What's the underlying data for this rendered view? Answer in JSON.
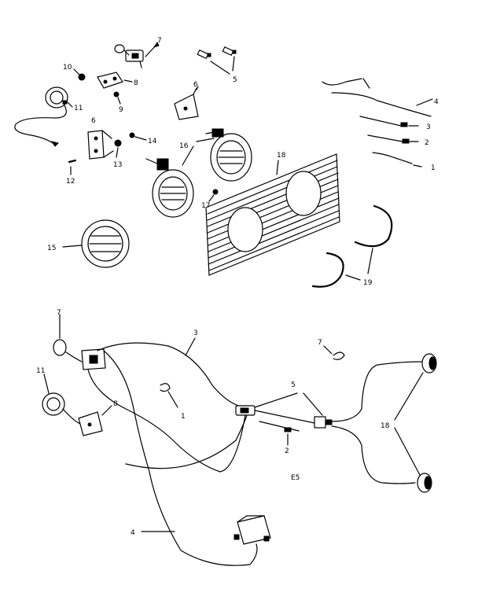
{
  "diagram": {
    "callouts": {
      "c1": "1",
      "c2": "2",
      "c3": "3",
      "c4": "4",
      "c5": "5",
      "c6a": "6",
      "c6b": "6",
      "c7": "7",
      "c8": "8",
      "c9": "9",
      "c10": "10",
      "c11": "11",
      "c12": "12",
      "c13": "13",
      "c14": "14",
      "c15": "15",
      "c16": "16",
      "c17": "17",
      "c18": "18",
      "c19": "19"
    },
    "lower_callouts": {
      "l7a": "7",
      "l3": "3",
      "l11": "11",
      "l8": "8",
      "l1": "1",
      "l5": "5",
      "l7b": "7",
      "l18": "18",
      "l2": "2",
      "l4": "4"
    },
    "figure_code": "E5"
  }
}
